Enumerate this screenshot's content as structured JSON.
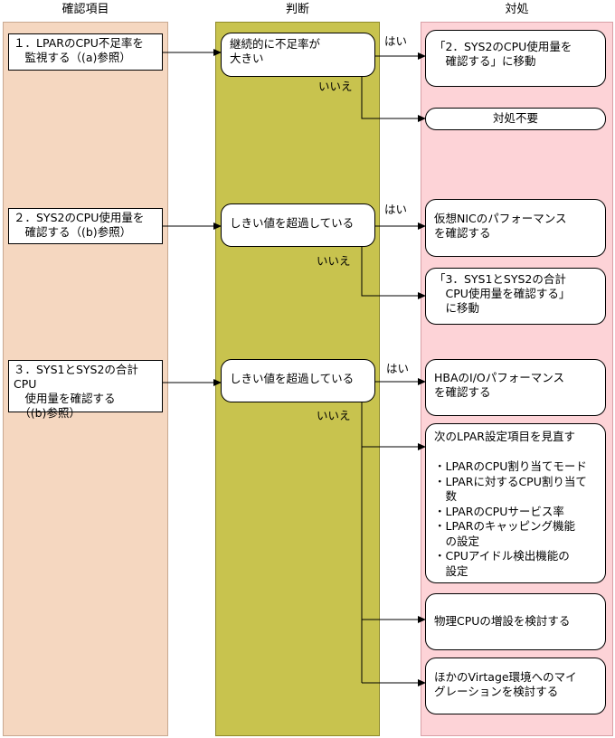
{
  "headers": {
    "check": "確認項目",
    "judge": "判断",
    "action": "対処"
  },
  "checks": {
    "c1": "１．LPARのCPU不足率を\n　監視する（(a)参照）",
    "c2": "２．SYS2のCPU使用量を\n　確認する（(b)参照）",
    "c3": "３．SYS1とSYS2の合計CPU\n　使用量を確認する\n　（(b)参照）"
  },
  "judgments": {
    "j1": "継続的に不足率が\n大きい",
    "j2": "しきい値を超過している",
    "j3": "しきい値を超過している"
  },
  "branch_labels": {
    "yes": "はい",
    "no": "いいえ"
  },
  "actions": {
    "a1": "「2．SYS2のCPU使用量を\n　確認する」に移動",
    "a2": "対処不要",
    "a3": "仮想NICのパフォーマンス\nを確認する",
    "a4": "「3．SYS1とSYS2の合計\n　CPU使用量を確認する」\n　に移動",
    "a5": "HBAのI/Oパフォーマンス\nを確認する",
    "a6": "次のLPAR設定項目を見直す\n\n・LPARのCPU割り当てモード\n・LPARに対するCPU割り当て\n　数\n・LPARのCPUサービス率\n・LPARのキャッピング機能\n　の設定\n・CPUアイドル検出機能の\n　設定",
    "a7": "物理CPUの増設を検討する",
    "a8": "ほかのVirtage環境へのマイ\nグレーションを検討する"
  }
}
